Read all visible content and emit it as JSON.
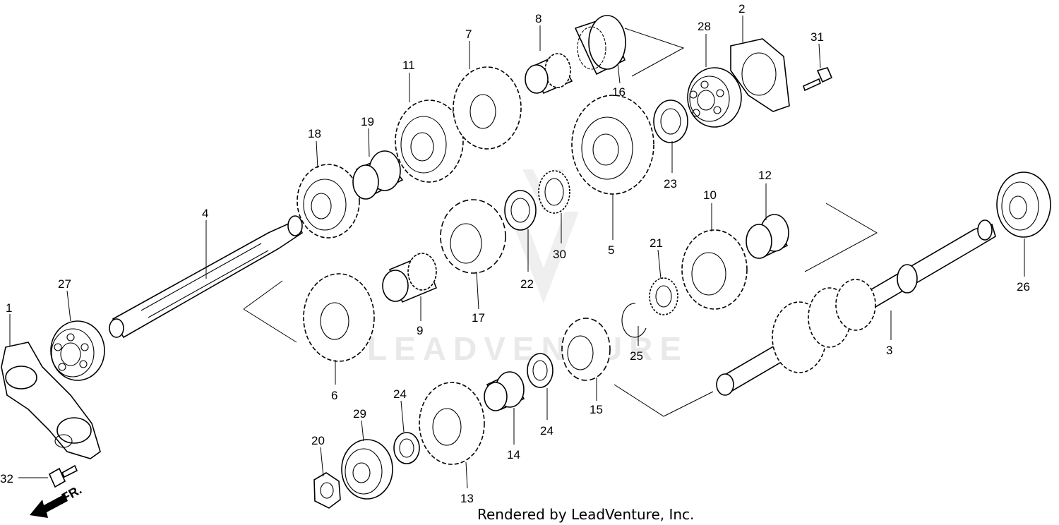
{
  "diagram": {
    "watermark": "LEADVENTURE",
    "footer": "Rendered by LeadVenture, Inc.",
    "direction_label": "FR.",
    "callouts": [
      "1",
      "2",
      "3",
      "4",
      "5",
      "6",
      "7",
      "8",
      "9",
      "10",
      "11",
      "12",
      "13",
      "14",
      "15",
      "16",
      "17",
      "18",
      "19",
      "20",
      "21",
      "22",
      "23",
      "24",
      "24",
      "25",
      "26",
      "27",
      "28",
      "29",
      "30",
      "31",
      "32"
    ]
  }
}
